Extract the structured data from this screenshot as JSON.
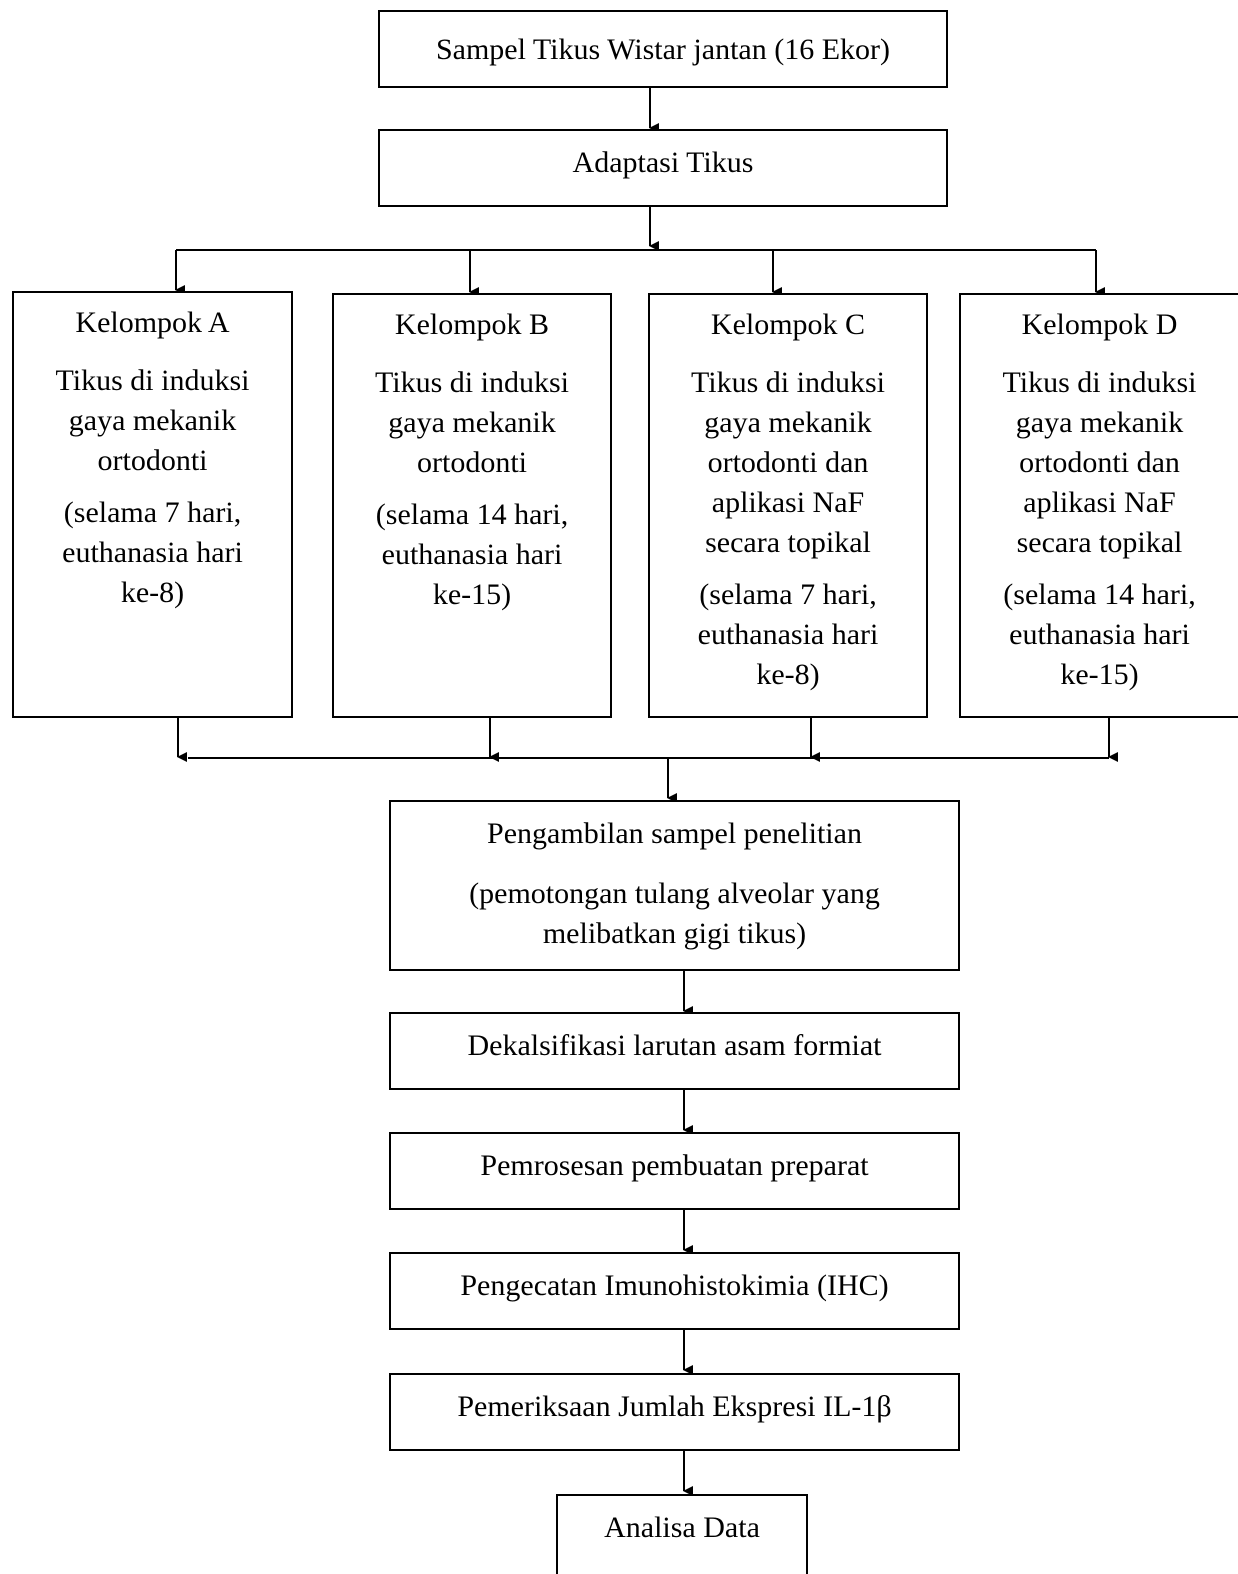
{
  "flow": {
    "sample": "Sampel Tikus Wistar jantan (16 Ekor)",
    "adaptation": "Adaptasi Tikus",
    "groups": [
      {
        "title": "Kelompok A",
        "desc": [
          "Tikus di induksi",
          "gaya mekanik",
          "ortodonti"
        ],
        "note": [
          "(selama 7 hari,",
          "euthanasia hari",
          "ke-8)"
        ]
      },
      {
        "title": "Kelompok B",
        "desc": [
          "Tikus di induksi",
          "gaya mekanik",
          "ortodonti"
        ],
        "note": [
          "(selama 14 hari,",
          "euthanasia hari",
          "ke-15)"
        ]
      },
      {
        "title": "Kelompok C",
        "desc": [
          "Tikus di induksi",
          "gaya mekanik",
          "ortodonti dan",
          "aplikasi NaF",
          "secara topikal"
        ],
        "note": [
          "(selama 7 hari,",
          "euthanasia hari",
          "ke-8)"
        ]
      },
      {
        "title": "Kelompok D",
        "desc": [
          "Tikus di induksi",
          "gaya mekanik",
          "ortodonti dan",
          "aplikasi NaF",
          "secara topikal"
        ],
        "note": [
          "(selama 14 hari,",
          "euthanasia hari",
          "ke-15)"
        ]
      }
    ],
    "sampling": {
      "title": "Pengambilan sampel penelitian",
      "note": [
        "(pemotongan tulang alveolar yang",
        "melibatkan gigi tikus)"
      ]
    },
    "decalcification": "Dekalsifikasi larutan asam formiat",
    "processing": "Pemrosesan pembuatan preparat",
    "staining": "Pengecatan Imunohistokimia (IHC)",
    "examination": "Pemeriksaan Jumlah Ekspresi IL-1β",
    "analysis": "Analisa Data"
  }
}
